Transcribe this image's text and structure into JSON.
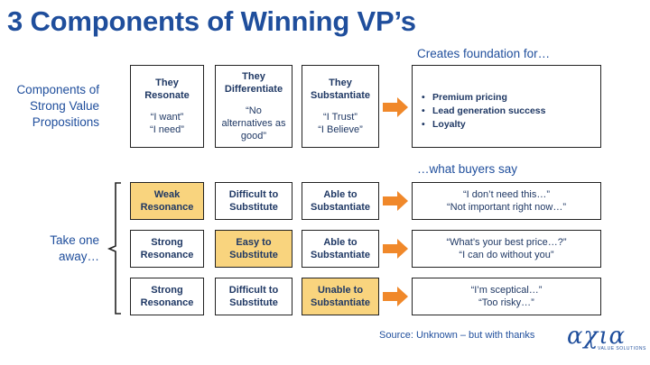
{
  "title": "3 Components of Winning VP’s",
  "left_labels": {
    "components": [
      "Components of",
      "Strong Value",
      "Propositions"
    ],
    "takeaway": [
      "Take one",
      "away…"
    ]
  },
  "components": [
    {
      "title": [
        "They",
        "Resonate"
      ],
      "quotes": [
        "“I want”",
        "“I need”"
      ]
    },
    {
      "title": [
        "They",
        "Differentiate"
      ],
      "quotes": [
        "“No",
        "alternatives as",
        "good”"
      ]
    },
    {
      "title": [
        "They",
        "Substantiate"
      ],
      "quotes": [
        "“I Trust”",
        "“I Believe”"
      ]
    }
  ],
  "foundation": {
    "heading": "Creates foundation for…",
    "items": [
      "Premium pricing",
      "Lead generation success",
      "Loyalty"
    ]
  },
  "buyers_heading": "…what buyers say",
  "rows": [
    {
      "cells": [
        {
          "lines": [
            "Weak",
            "Resonance"
          ],
          "highlight": true
        },
        {
          "lines": [
            "Difficult to",
            "Substitute"
          ],
          "highlight": false
        },
        {
          "lines": [
            "Able to",
            "Substantiate"
          ],
          "highlight": false
        }
      ],
      "says": [
        "“I don’t need this…”",
        "“Not important right now…”"
      ]
    },
    {
      "cells": [
        {
          "lines": [
            "Strong",
            "Resonance"
          ],
          "highlight": false
        },
        {
          "lines": [
            "Easy to",
            "Substitute"
          ],
          "highlight": true
        },
        {
          "lines": [
            "Able to",
            "Substantiate"
          ],
          "highlight": false
        }
      ],
      "says": [
        "“What’s your best price…?”",
        "“I can do without you”"
      ]
    },
    {
      "cells": [
        {
          "lines": [
            "Strong",
            "Resonance"
          ],
          "highlight": false
        },
        {
          "lines": [
            "Difficult to",
            "Substitute"
          ],
          "highlight": false
        },
        {
          "lines": [
            "Unable to",
            "Substantiate"
          ],
          "highlight": true
        }
      ],
      "says": [
        "“I’m sceptical…”",
        "“Too risky…”"
      ]
    }
  ],
  "source": "Source: Unknown – but with thanks",
  "logo": {
    "word": "αχια",
    "sub": "VALUE SOLUTIONS"
  },
  "colors": {
    "title": "#1f4e9c",
    "highlight": "#f9d47e",
    "arrow": "#f0882a"
  }
}
